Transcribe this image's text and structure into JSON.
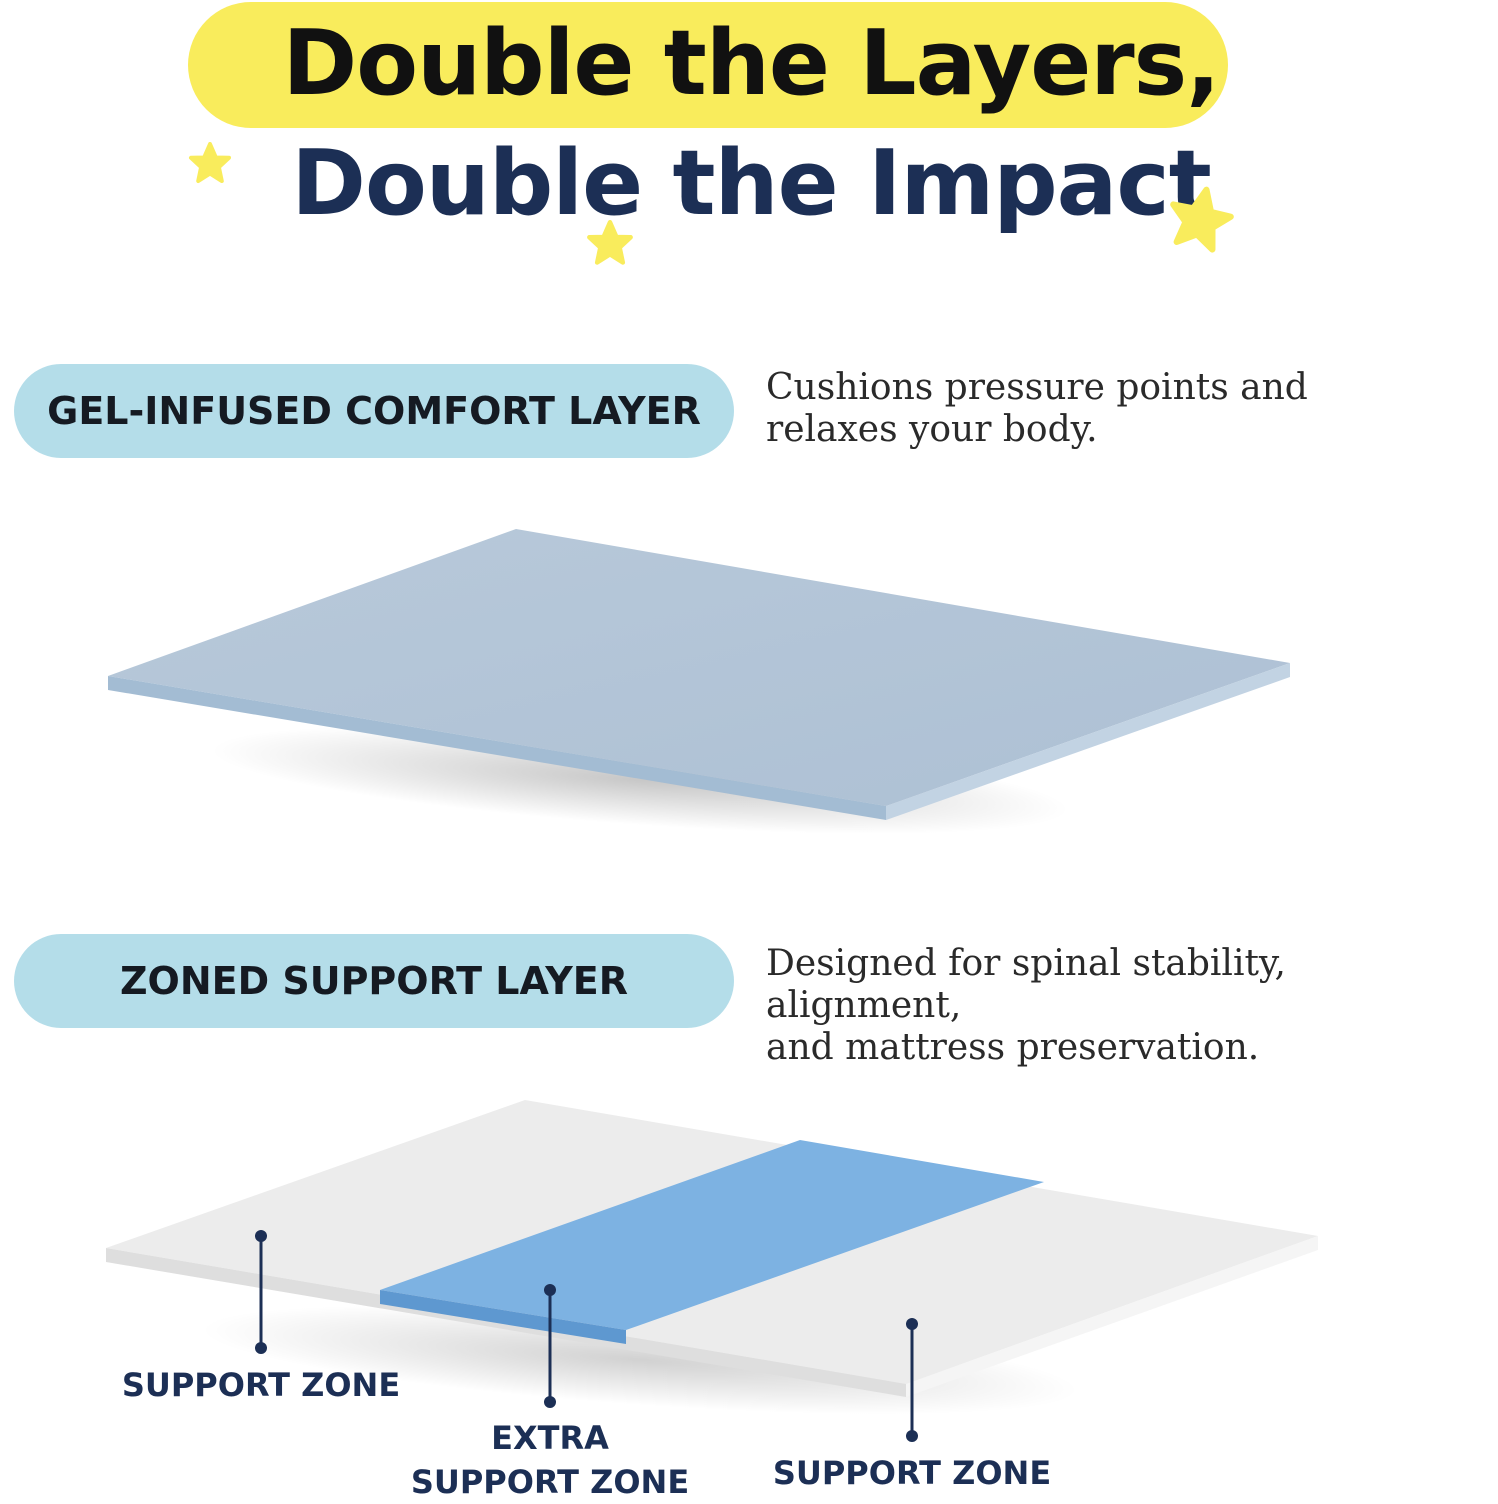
{
  "title": {
    "line1": "Double the Layers,",
    "line2": "Double the Impact"
  },
  "layers": [
    {
      "label": "GEL-INFUSED COMFORT LAYER",
      "description_line1": "Cushions pressure points and",
      "description_line2": "relaxes your body."
    },
    {
      "label": "ZONED SUPPORT LAYER",
      "description_line1": "Designed for spinal stability, alignment,",
      "description_line2": "and mattress preservation."
    }
  ],
  "zones": {
    "left": "SUPPORT ZONE",
    "center_line1": "EXTRA",
    "center_line2": "SUPPORT ZONE",
    "right": "SUPPORT ZONE"
  },
  "colors": {
    "title_highlight": "#f9ec5c",
    "title_dark": "#1c2f55",
    "pill": "#b4dde9",
    "comfort_layer": "#b3c6d8",
    "support_layer": "#ececec",
    "extra_zone": "#7db2e2",
    "star": "#f9ec5c"
  }
}
